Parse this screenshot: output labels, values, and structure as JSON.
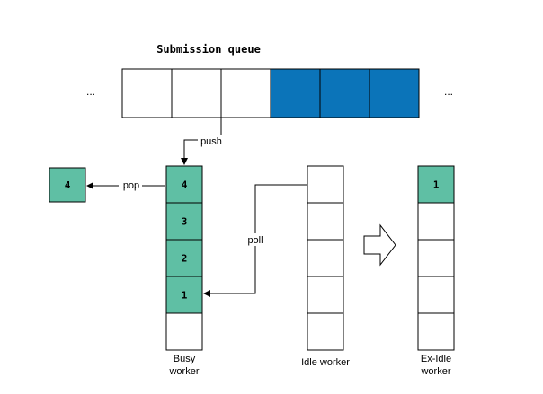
{
  "queue": {
    "title": "Submission queue",
    "left_ellipsis": "...",
    "right_ellipsis": "...",
    "slots": [
      {
        "state": "empty"
      },
      {
        "state": "empty"
      },
      {
        "state": "empty"
      },
      {
        "state": "filled"
      },
      {
        "state": "filled"
      },
      {
        "state": "filled"
      }
    ]
  },
  "edges": {
    "push": "push",
    "pop": "pop",
    "poll": "poll"
  },
  "popped_task": {
    "label": "4"
  },
  "busy_worker": {
    "label_line1": "Busy",
    "label_line2": "worker",
    "slots": [
      {
        "label": "4",
        "state": "task"
      },
      {
        "label": "3",
        "state": "task"
      },
      {
        "label": "2",
        "state": "task"
      },
      {
        "label": "1",
        "state": "task"
      },
      {
        "label": "",
        "state": "empty"
      }
    ]
  },
  "idle_worker": {
    "label": "Idle worker",
    "slots": [
      {
        "label": "",
        "state": "empty"
      },
      {
        "label": "",
        "state": "empty"
      },
      {
        "label": "",
        "state": "empty"
      },
      {
        "label": "",
        "state": "empty"
      },
      {
        "label": "",
        "state": "empty"
      }
    ]
  },
  "ex_idle_worker": {
    "label_line1": "Ex-Idle",
    "label_line2": "worker",
    "slots": [
      {
        "label": "1",
        "state": "task"
      },
      {
        "label": "",
        "state": "empty"
      },
      {
        "label": "",
        "state": "empty"
      },
      {
        "label": "",
        "state": "empty"
      },
      {
        "label": "",
        "state": "empty"
      }
    ]
  },
  "colors": {
    "queue_filled": "#0b74b9",
    "task_green": "#5fbfa4",
    "stroke": "#000000",
    "background": "#ffffff"
  }
}
